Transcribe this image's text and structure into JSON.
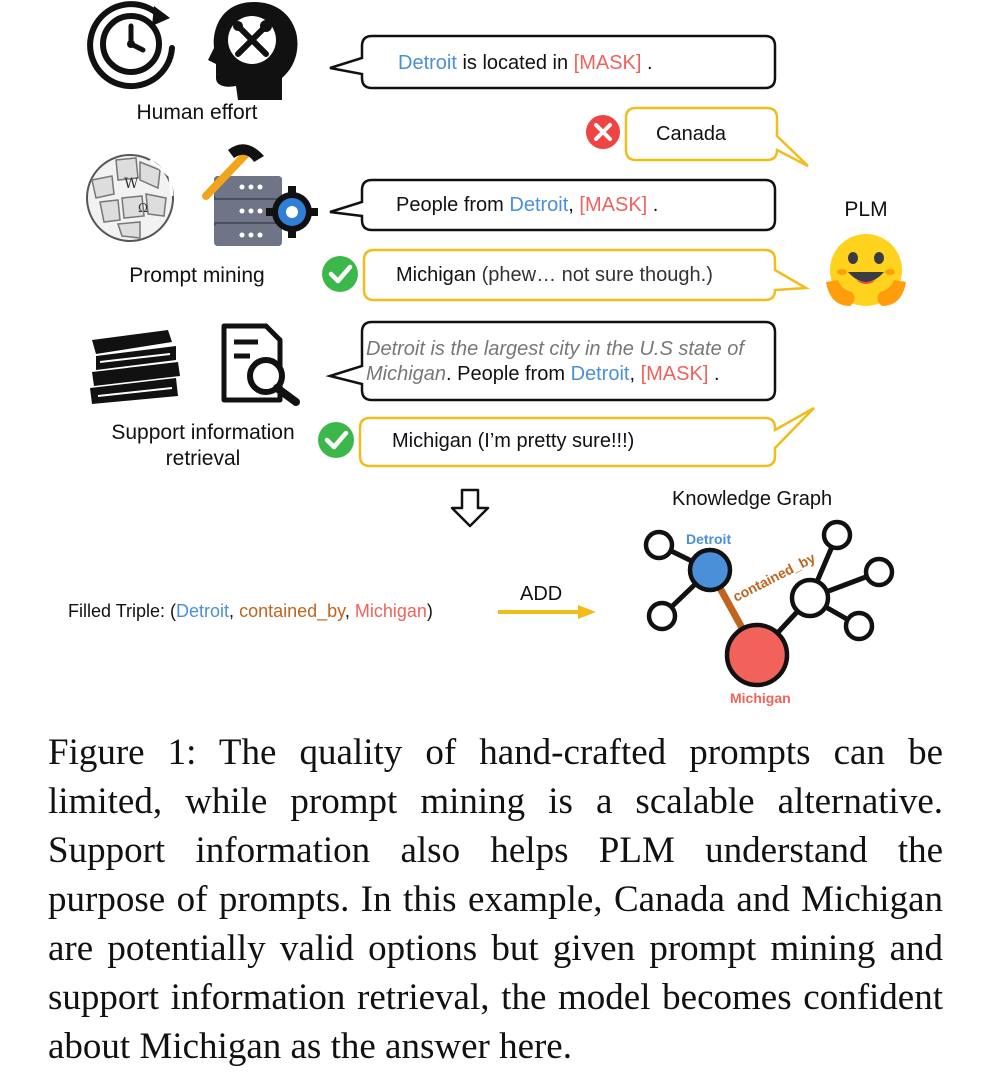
{
  "colors": {
    "entity_blue": "#4a90d9",
    "mask_red": "#f0625a",
    "relation_brown": "#c0641e",
    "answer_yellow": "#f2bc1b",
    "check_green": "#3cb84a",
    "cross_red": "#ef4444"
  },
  "rows": {
    "human_effort": {
      "label": "Human effort"
    },
    "prompt_mining": {
      "label": "Prompt mining"
    },
    "support": {
      "label_line1": "Support information",
      "label_line2": "retrieval"
    }
  },
  "prompts": {
    "p1": {
      "entity": "Detroit",
      "mid": " is located in ",
      "mask": "[MASK]",
      "end": " ."
    },
    "p2": {
      "pre": "People from ",
      "entity": "Detroit",
      "comma": ", ",
      "mask": "[MASK]",
      "end": " ."
    },
    "p3": {
      "support_line1": "Detroit is the largest city in the U.S state of",
      "support_line2": "Michigan",
      "pre": ". People from ",
      "entity": "Detroit",
      "comma": ", ",
      "mask": "[MASK]",
      "end": " ."
    }
  },
  "answers": {
    "a1": {
      "text": "Canada",
      "verdict_icon": "cross-icon"
    },
    "a2": {
      "main": "Michigan ",
      "note": "(phew… not sure though.)",
      "verdict_icon": "check-icon"
    },
    "a3": {
      "text": "Michigan (I’m pretty sure!!!)",
      "verdict_icon": "check-icon"
    }
  },
  "plm": {
    "label": "PLM",
    "icon": "hugging-face-emoji-icon"
  },
  "triple": {
    "prefix": "Filled Triple: (",
    "head": "Detroit",
    "sep1": ", ",
    "relation": "contained_by",
    "sep2": ", ",
    "tail": "Michigan",
    "suffix": ")"
  },
  "add_label": "ADD",
  "kg": {
    "title": "Knowledge Graph",
    "head": "Detroit",
    "relation": "contained_by",
    "tail": "Michigan"
  },
  "caption": "Figure 1: The quality of hand-crafted prompts can be limited, while prompt mining is a scalable alternative. Support information also helps PLM understand the purpose of prompts. In this example, Canada and Michigan are potentially valid options but given prompt mining and support information retrieval, the model becomes confident about Michigan as the answer here."
}
